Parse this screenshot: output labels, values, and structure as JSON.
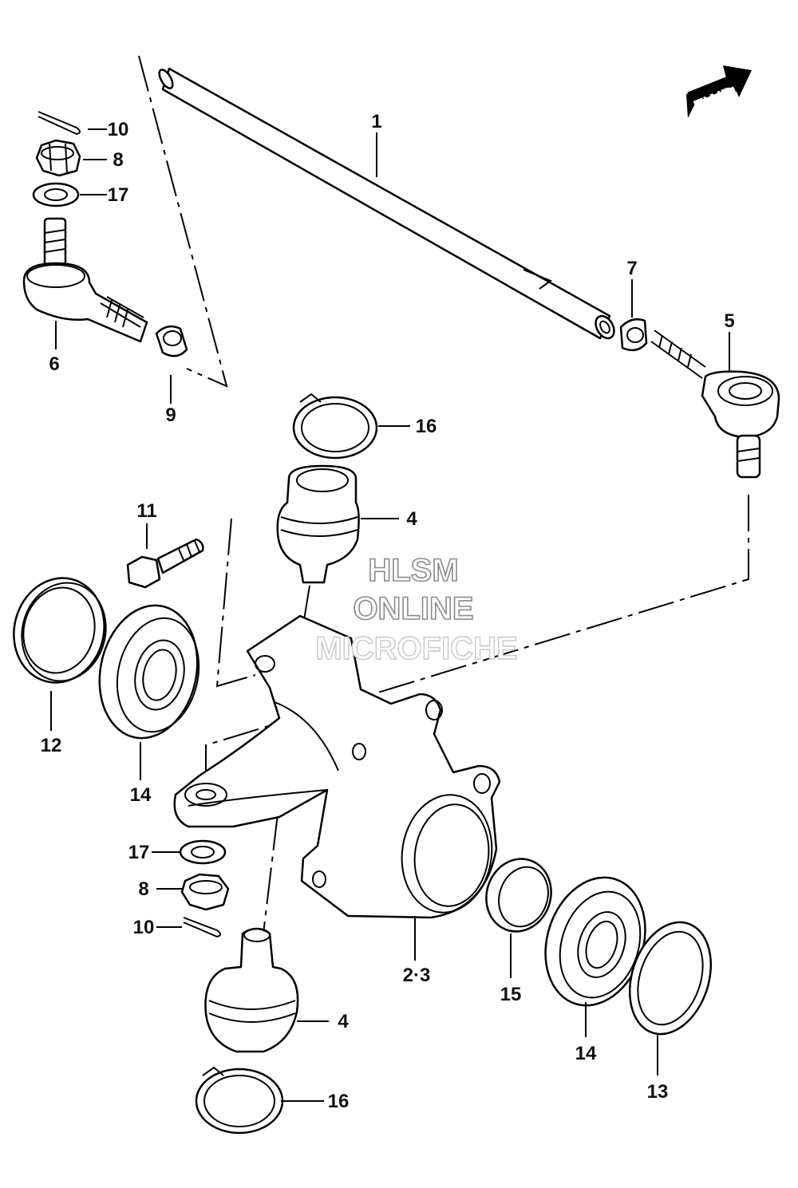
{
  "fwd_badge": {
    "label": "FWD"
  },
  "watermark": {
    "line1": "HLSM",
    "line2": "ONLINE",
    "line3": "MICROFICHE"
  },
  "callouts": [
    {
      "id": "c1",
      "label": "1"
    },
    {
      "id": "c23",
      "label": "2·3"
    },
    {
      "id": "c4a",
      "label": "4"
    },
    {
      "id": "c4b",
      "label": "4"
    },
    {
      "id": "c5",
      "label": "5"
    },
    {
      "id": "c6",
      "label": "6"
    },
    {
      "id": "c7",
      "label": "7"
    },
    {
      "id": "c8a",
      "label": "8"
    },
    {
      "id": "c8b",
      "label": "8"
    },
    {
      "id": "c9",
      "label": "9"
    },
    {
      "id": "c10a",
      "label": "10"
    },
    {
      "id": "c10b",
      "label": "10"
    },
    {
      "id": "c11",
      "label": "11"
    },
    {
      "id": "c12",
      "label": "12"
    },
    {
      "id": "c13",
      "label": "13"
    },
    {
      "id": "c14a",
      "label": "14"
    },
    {
      "id": "c14b",
      "label": "14"
    },
    {
      "id": "c15",
      "label": "15"
    },
    {
      "id": "c16a",
      "label": "16"
    },
    {
      "id": "c16b",
      "label": "16"
    },
    {
      "id": "c17a",
      "label": "17"
    },
    {
      "id": "c17b",
      "label": "17"
    }
  ]
}
